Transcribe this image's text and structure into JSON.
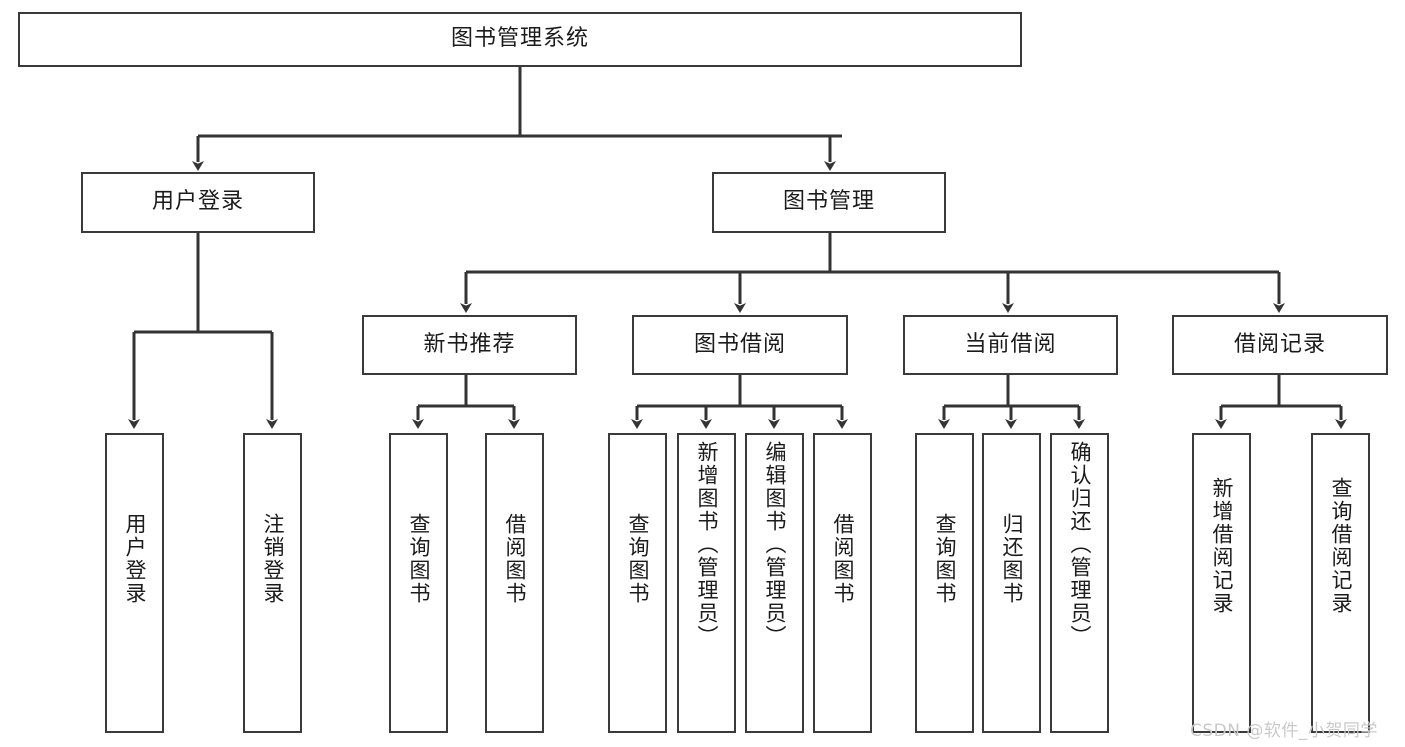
{
  "diagram": {
    "title": "图书管理系统",
    "type": "tree-hierarchy-diagram",
    "watermark": "CSDN @软件_小贺同学",
    "colors": {
      "box_border": "#3a3a3a",
      "box_fill": "#ffffff",
      "edge": "#333333",
      "text": "#1b1b1b",
      "watermark": "#c9c9c9"
    },
    "nodes": {
      "root": {
        "label": "图书管理系统"
      },
      "level2": [
        {
          "id": "user-login",
          "label": "用户登录"
        },
        {
          "id": "book-manage",
          "label": "图书管理"
        }
      ],
      "level3": [
        {
          "id": "new-book-recommend",
          "label": "新书推荐"
        },
        {
          "id": "book-borrow",
          "label": "图书借阅"
        },
        {
          "id": "current-borrow",
          "label": "当前借阅"
        },
        {
          "id": "borrow-record",
          "label": "借阅记录"
        }
      ],
      "leaves": {
        "user-login": [
          {
            "id": "leaf-user-login",
            "label": "用户登录"
          },
          {
            "id": "leaf-logout-login",
            "label": "注销登录"
          }
        ],
        "new-book-recommend": [
          {
            "id": "leaf-query-book-1",
            "label": "查询图书"
          },
          {
            "id": "leaf-borrow-book-1",
            "label": "借阅图书"
          }
        ],
        "book-borrow": [
          {
            "id": "leaf-query-book-2",
            "label": "查询图书"
          },
          {
            "id": "leaf-add-book",
            "label": "新增图书（管理员）"
          },
          {
            "id": "leaf-edit-book",
            "label": "编辑图书（管理员）"
          },
          {
            "id": "leaf-borrow-book-2",
            "label": "借阅图书"
          }
        ],
        "current-borrow": [
          {
            "id": "leaf-query-book-3",
            "label": "查询图书"
          },
          {
            "id": "leaf-return-book",
            "label": "归还图书"
          },
          {
            "id": "leaf-confirm-return",
            "label": "确认归还（管理员）"
          }
        ],
        "borrow-record": [
          {
            "id": "leaf-add-record",
            "label": "新增借阅记录"
          },
          {
            "id": "leaf-query-record",
            "label": "查询借阅记录"
          }
        ]
      }
    }
  }
}
